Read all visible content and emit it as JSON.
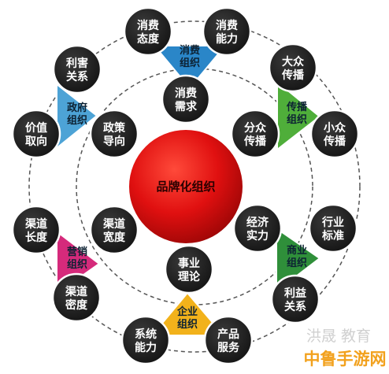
{
  "center": {
    "label": "品牌化组织"
  },
  "groups": [
    {
      "id": "consumer",
      "label": [
        "消费",
        "组织"
      ],
      "color": "#2a86c8",
      "members": [
        [
          "消费",
          "态度"
        ],
        [
          "消费",
          "能力"
        ],
        [
          "消费",
          "需求"
        ]
      ]
    },
    {
      "id": "communication",
      "label": [
        "传播",
        "组织"
      ],
      "color": "#4fae3a",
      "members": [
        [
          "大众",
          "传播"
        ],
        [
          "分众",
          "传播"
        ],
        [
          "小众",
          "传播"
        ]
      ]
    },
    {
      "id": "business",
      "label": [
        "商业",
        "组织"
      ],
      "color": "#2f8f3a",
      "members": [
        [
          "经济",
          "实力"
        ],
        [
          "行业",
          "标准"
        ],
        [
          "利益",
          "关系"
        ]
      ]
    },
    {
      "id": "enterprise",
      "label": [
        "企业",
        "组织"
      ],
      "color": "#f2b21b",
      "members": [
        [
          "事业",
          "理论"
        ],
        [
          "系统",
          "能力"
        ],
        [
          "产品",
          "服务"
        ]
      ]
    },
    {
      "id": "marketing",
      "label": [
        "营销",
        "组织"
      ],
      "color": "#d52a7b",
      "members": [
        [
          "渠道",
          "长度"
        ],
        [
          "渠道",
          "宽度"
        ],
        [
          "渠道",
          "密度"
        ]
      ]
    },
    {
      "id": "government",
      "label": [
        "政府",
        "组织"
      ],
      "color": "#4da3d6",
      "members": [
        [
          "利害",
          "关系"
        ],
        [
          "价值",
          "取向"
        ],
        [
          "政策",
          "导向"
        ]
      ]
    }
  ],
  "watermark": {
    "line1": "洪晟 教育",
    "line2": "中鲁手游网"
  }
}
